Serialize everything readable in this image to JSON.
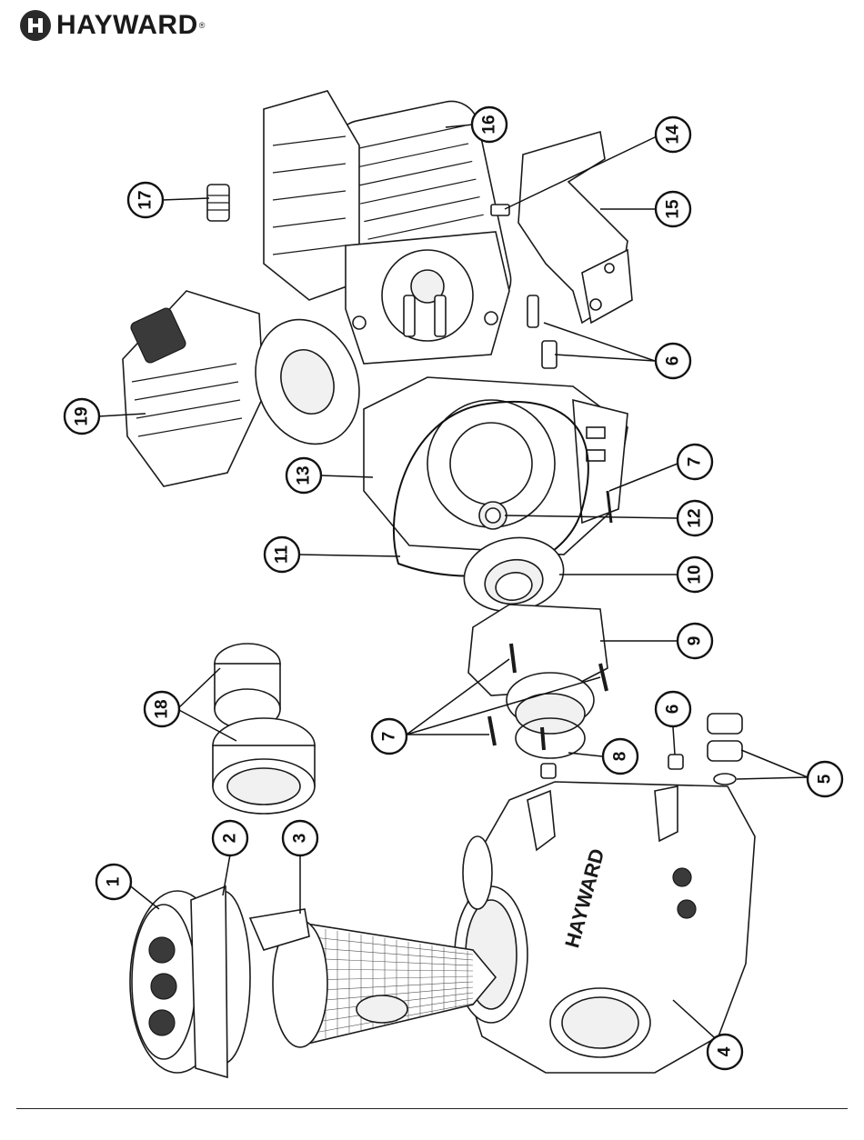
{
  "brand": {
    "name": "HAYWARD",
    "mark": "®"
  },
  "callouts": [
    {
      "n": "1"
    },
    {
      "n": "2"
    },
    {
      "n": "3"
    },
    {
      "n": "4"
    },
    {
      "n": "5"
    },
    {
      "n": "6"
    },
    {
      "n": "6"
    },
    {
      "n": "7"
    },
    {
      "n": "7"
    },
    {
      "n": "8"
    },
    {
      "n": "9"
    },
    {
      "n": "10"
    },
    {
      "n": "11"
    },
    {
      "n": "12"
    },
    {
      "n": "13"
    },
    {
      "n": "14"
    },
    {
      "n": "15"
    },
    {
      "n": "16"
    },
    {
      "n": "17"
    },
    {
      "n": "18"
    },
    {
      "n": "19"
    }
  ],
  "housing_text": "HAYWARD"
}
